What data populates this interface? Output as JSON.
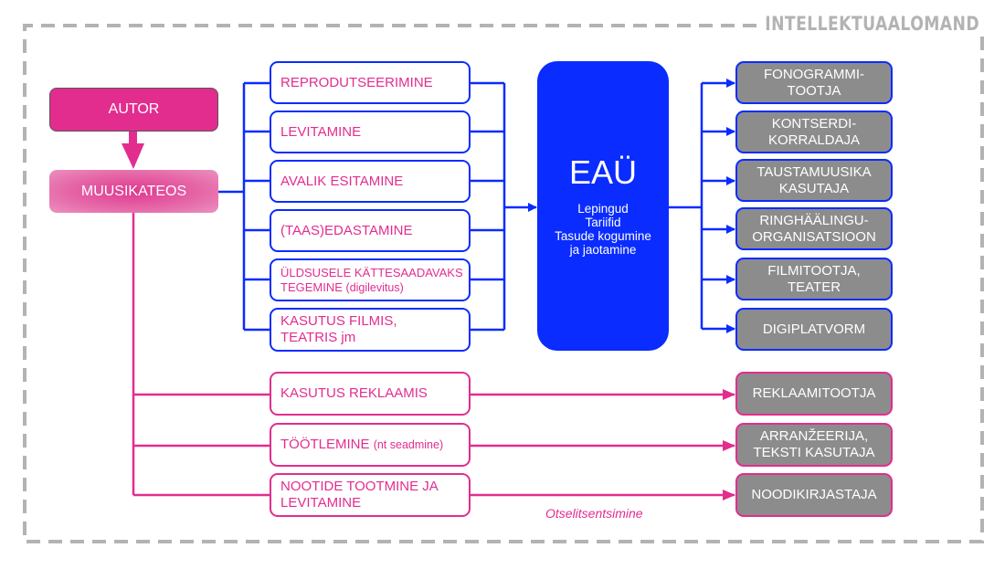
{
  "frame": {
    "title": "INTELLEKTUAALOMAND",
    "border_color": "#b3b3b3"
  },
  "colors": {
    "pink": "#e22d8f",
    "blue": "#0a2cff",
    "gray_box": "#8c8c8c"
  },
  "sources": {
    "author": "AUTOR",
    "work": "MUUSIKATEOS"
  },
  "collective_uses": [
    {
      "label": "REPRODUTSEERIMINE"
    },
    {
      "label": "LEVITAMINE"
    },
    {
      "label": "AVALIK ESITAMINE"
    },
    {
      "label": "(TAAS)EDASTAMINE"
    },
    {
      "label": "ÜLDSUSELE KÄTTESAADAVAKS TEGEMINE",
      "note": "(digilevitus)"
    },
    {
      "label": "KASUTUS FILMIS, TEATRIS jm"
    }
  ],
  "organization": {
    "name": "EAÜ",
    "functions": [
      "Lepingud",
      "Tariifid",
      "Tasude kogumine",
      "ja jaotamine"
    ]
  },
  "collective_users": [
    {
      "label": "FONOGRAMMI-TOOTJA",
      "lines": [
        "FONOGRAMMI-",
        "TOOTJA"
      ]
    },
    {
      "label": "KONTSERDI-KORRALDAJA",
      "lines": [
        "KONTSERDI-",
        "KORRALDAJA"
      ]
    },
    {
      "label": "TAUSTAMUUSIKA KASUTAJA",
      "lines": [
        "TAUSTAMUUSIKA",
        "KASUTAJA"
      ]
    },
    {
      "label": "RINGHÄÄLINGU-ORGANISATSIOON",
      "lines": [
        "RINGHÄÄLINGU-",
        "ORGANISATSIOON"
      ]
    },
    {
      "label": "FILMITOOTJA, TEATER",
      "lines": [
        "FILMITOOTJA,",
        "TEATER"
      ]
    },
    {
      "label": "DIGIPLATVORM",
      "lines": [
        "DIGIPLATVORM"
      ]
    }
  ],
  "direct_uses": [
    {
      "label": "KASUTUS REKLAAMIS"
    },
    {
      "label": "TÖÖTLEMINE",
      "note": "(nt seadmine)"
    },
    {
      "label": "NOOTIDE TOOTMINE JA LEVITAMINE"
    }
  ],
  "direct_users": [
    {
      "lines": [
        "REKLAAMITOOTJA"
      ]
    },
    {
      "lines": [
        "ARRANŽEERIJA,",
        "TEKSTI KASUTAJA"
      ]
    },
    {
      "lines": [
        "NOODIKIRJASTAJA"
      ]
    }
  ],
  "direct_licensing_label": "Otselitsentsimine"
}
